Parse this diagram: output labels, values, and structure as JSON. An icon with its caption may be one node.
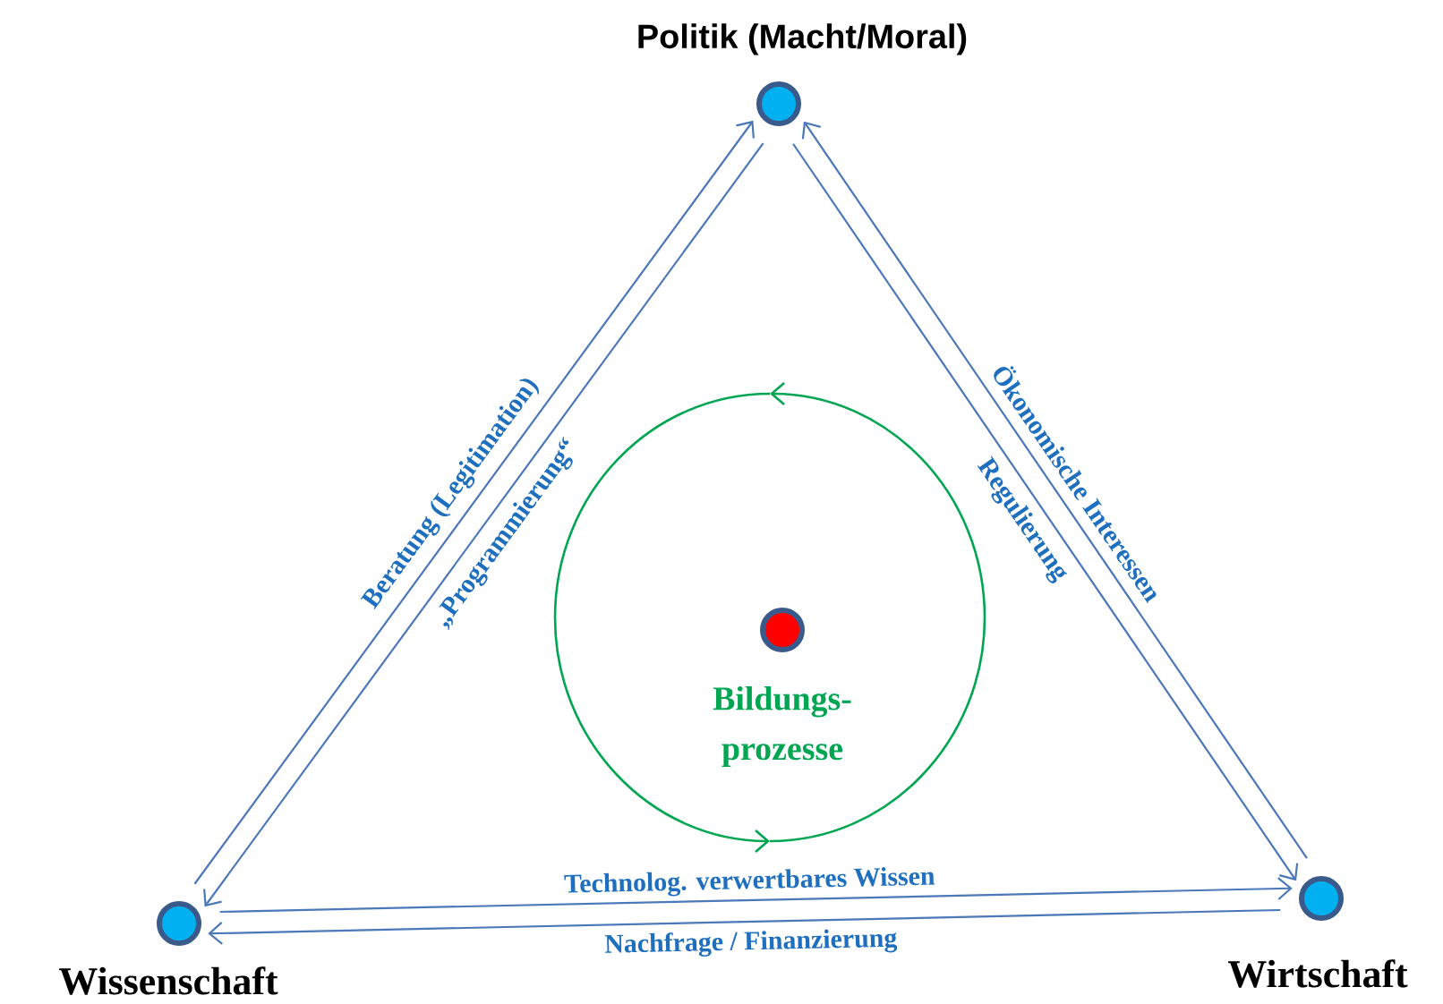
{
  "diagram": {
    "nodes": [
      {
        "text": [
          "Politik (Macht/Moral)"
        ]
      },
      {
        "text": [
          "Wissenschaft"
        ]
      },
      {
        "text": [
          "Wirtschaft"
        ]
      },
      {
        "text": [
          "Bildungs- prozesse"
        ]
      }
    ],
    "edges": [
      {
        "from": 1,
        "to": 0,
        "arrow": "to",
        "label": "Beratung (Legitimation)"
      },
      {
        "from": 0,
        "to": 1,
        "arrow": "to",
        "label": "„Programmierung“"
      },
      {
        "from": 2,
        "to": 0,
        "arrow": "to",
        "label": "Ökonomische Interessen"
      },
      {
        "from": 0,
        "to": 2,
        "arrow": "to",
        "label": "Regulierung"
      },
      {
        "from": 1,
        "to": 2,
        "arrow": "to",
        "label": "Technolog. verwertbares Wissen"
      },
      {
        "from": 2,
        "to": 1,
        "arrow": "to",
        "label": "Nachfrage / Finanzierung"
      }
    ]
  }
}
